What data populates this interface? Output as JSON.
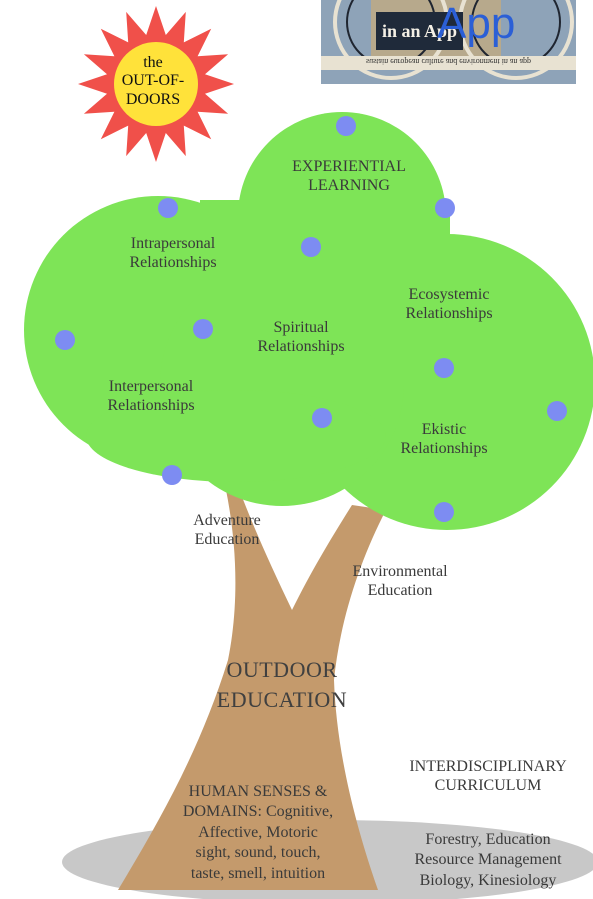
{
  "sun": {
    "lines": [
      "the",
      "OUT-OF-",
      "DOORS"
    ]
  },
  "badge": {
    "label": "in an App",
    "logo_word": "App",
    "ring_text": "sustain european culture and environment in an app"
  },
  "canopy": {
    "top": [
      "EXPERIENTIAL",
      "LEARNING"
    ],
    "intrapersonal": [
      "Intrapersonal",
      "Relationships"
    ],
    "ecosystemic": [
      "Ecosystemic",
      "Relationships"
    ],
    "spiritual": [
      "Spiritual",
      "Relationships"
    ],
    "interpersonal": [
      "Interpersonal",
      "Relationships"
    ],
    "ekistic": [
      "Ekistic",
      "Relationships"
    ]
  },
  "branches": {
    "adventure": [
      "Adventure",
      "Education"
    ],
    "environmental": [
      "Environmental",
      "Education"
    ]
  },
  "trunk": {
    "title": [
      "OUTDOOR",
      "EDUCATION"
    ]
  },
  "roots": {
    "senses": [
      "HUMAN SENSES &",
      "DOMAINS: Cognitive,",
      "Affective, Motoric",
      "sight, sound, touch,",
      "taste, smell, intuition"
    ],
    "interdisciplinary_title": [
      "INTERDISCIPLINARY",
      "CURRICULUM"
    ],
    "interdisciplinary_list": [
      "Forestry, Education",
      "Resource Management",
      "Biology, Kinesiology"
    ]
  },
  "colors": {
    "canopy": "#7ee457",
    "fruit": "#7d8cf2",
    "trunk": "#c49a6c",
    "shadow": "#c8c8c8",
    "sun": "#f0504a",
    "sun_core": "#ffe23a"
  }
}
